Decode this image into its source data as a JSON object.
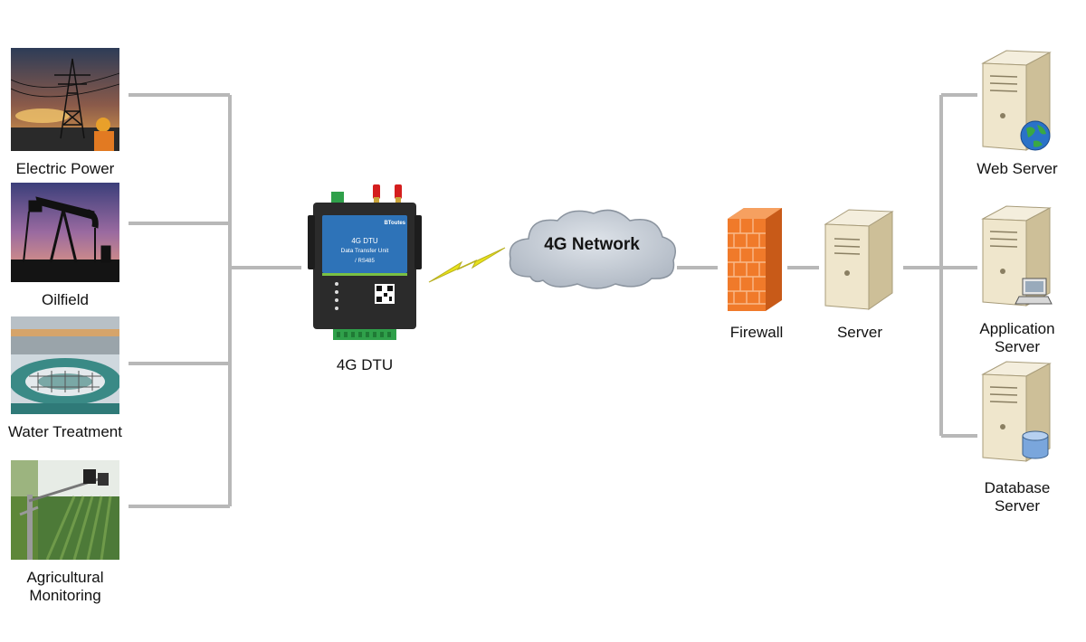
{
  "sources": [
    {
      "label": "Electric Power",
      "icon": "electric-power-photo"
    },
    {
      "label": "Oilfield",
      "icon": "oilfield-photo"
    },
    {
      "label": "Water Treatment",
      "icon": "water-treatment-photo"
    },
    {
      "label": "Agricultural Monitoring",
      "label_line1": "Agricultural",
      "label_line2": "Monitoring",
      "icon": "agricultural-monitoring-photo"
    }
  ],
  "dtu": {
    "label": "4G DTU",
    "brand": "BToutes",
    "screen_title": "4G DTU",
    "screen_subtitle": "Data Transfer Unit",
    "screen_port": "/ RS485",
    "body_color": "#2b2b2b",
    "screen_color": "#2e73b8"
  },
  "network": {
    "label": "4G Network",
    "cloud_color": "#c3cbd6"
  },
  "firewall": {
    "label": "Firewall",
    "color": "#f07a2a"
  },
  "server": {
    "label": "Server"
  },
  "destinations": [
    {
      "label": "Web Server",
      "icon": "globe-icon"
    },
    {
      "label": "Application Server",
      "label_line1": "Application",
      "label_line2": "Server",
      "icon": "computer-icon"
    },
    {
      "label": "Database Server",
      "label_line1": "Database",
      "label_line2": "Server",
      "icon": "database-icon"
    }
  ],
  "colors": {
    "connector": "#b8b8b8",
    "lightning": "#e8e21a",
    "server_body": "#efe6cc"
  }
}
